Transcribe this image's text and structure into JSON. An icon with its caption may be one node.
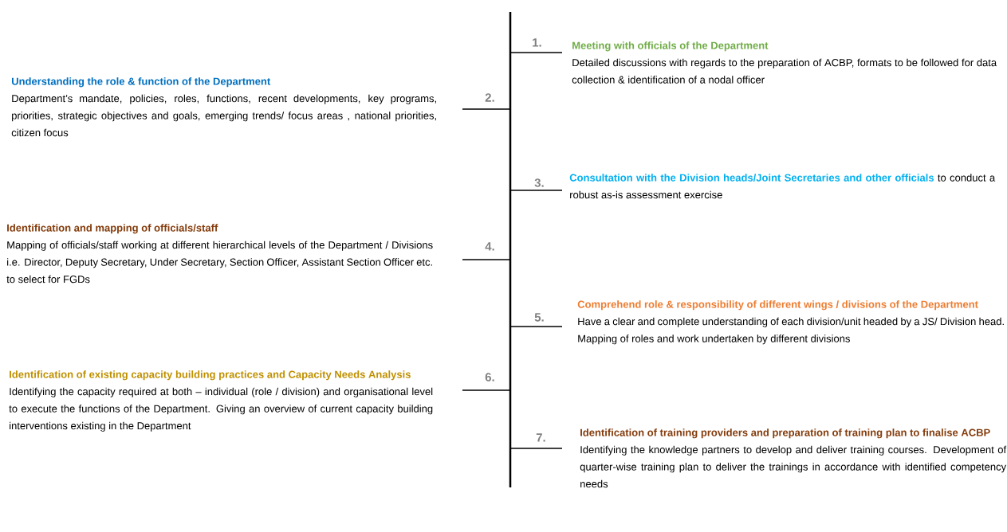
{
  "diagram": {
    "nodes": [
      {
        "text": [
          "Meeting with officials of the Department",
          "Detailed discussions with regards to the preparation of ACBP, formats to be followed for data collection & identification of a nodal officer"
        ],
        "beside": [
          "1."
        ]
      },
      {
        "text": [
          "Understanding the role & function of the Department",
          "Department’s mandate, policies, roles, functions, recent developments, key programs, priorities, strategic objectives and goals, emerging trends/ focus areas , national priorities, citizen focus"
        ],
        "beside": [
          "2."
        ]
      },
      {
        "text": [
          "Consultation with the Division heads/Joint Secretaries and other officials",
          "to conduct a robust as-is assessment exercise"
        ],
        "beside": [
          "3."
        ]
      },
      {
        "text": [
          "Identification and mapping of officials/staff",
          "Mapping of officials/staff working at different hierarchical levels of the Department / Divisions i.e. Director, Deputy Secretary, Under Secretary, Section Officer, Assistant Section Officer etc. to select for FGDs"
        ],
        "beside": [
          "4."
        ]
      },
      {
        "text": [
          "Comprehend role & responsibility of different wings / divisions of the Department",
          "Have a clear and complete understanding of each division/unit headed by a JS/ Division head. Mapping of roles and work undertaken by different divisions"
        ],
        "beside": [
          "5."
        ]
      },
      {
        "text": [
          "Identification of existing capacity building practices and Capacity Needs Analysis",
          "Identifying the capacity required at both – individual (role / division) and organisational level to execute the functions of the Department. Giving an overview of current capacity building interventions existing in the Department"
        ],
        "beside": [
          "6."
        ]
      },
      {
        "text": [
          "Identification of training providers and preparation of training plan to finalise ACBP",
          "Identifying the knowledge partners to develop and deliver training courses. Development of quarter-wise training plan to deliver the trainings in accordance with identified competency needs"
        ],
        "beside": [
          "7."
        ]
      }
    ]
  }
}
